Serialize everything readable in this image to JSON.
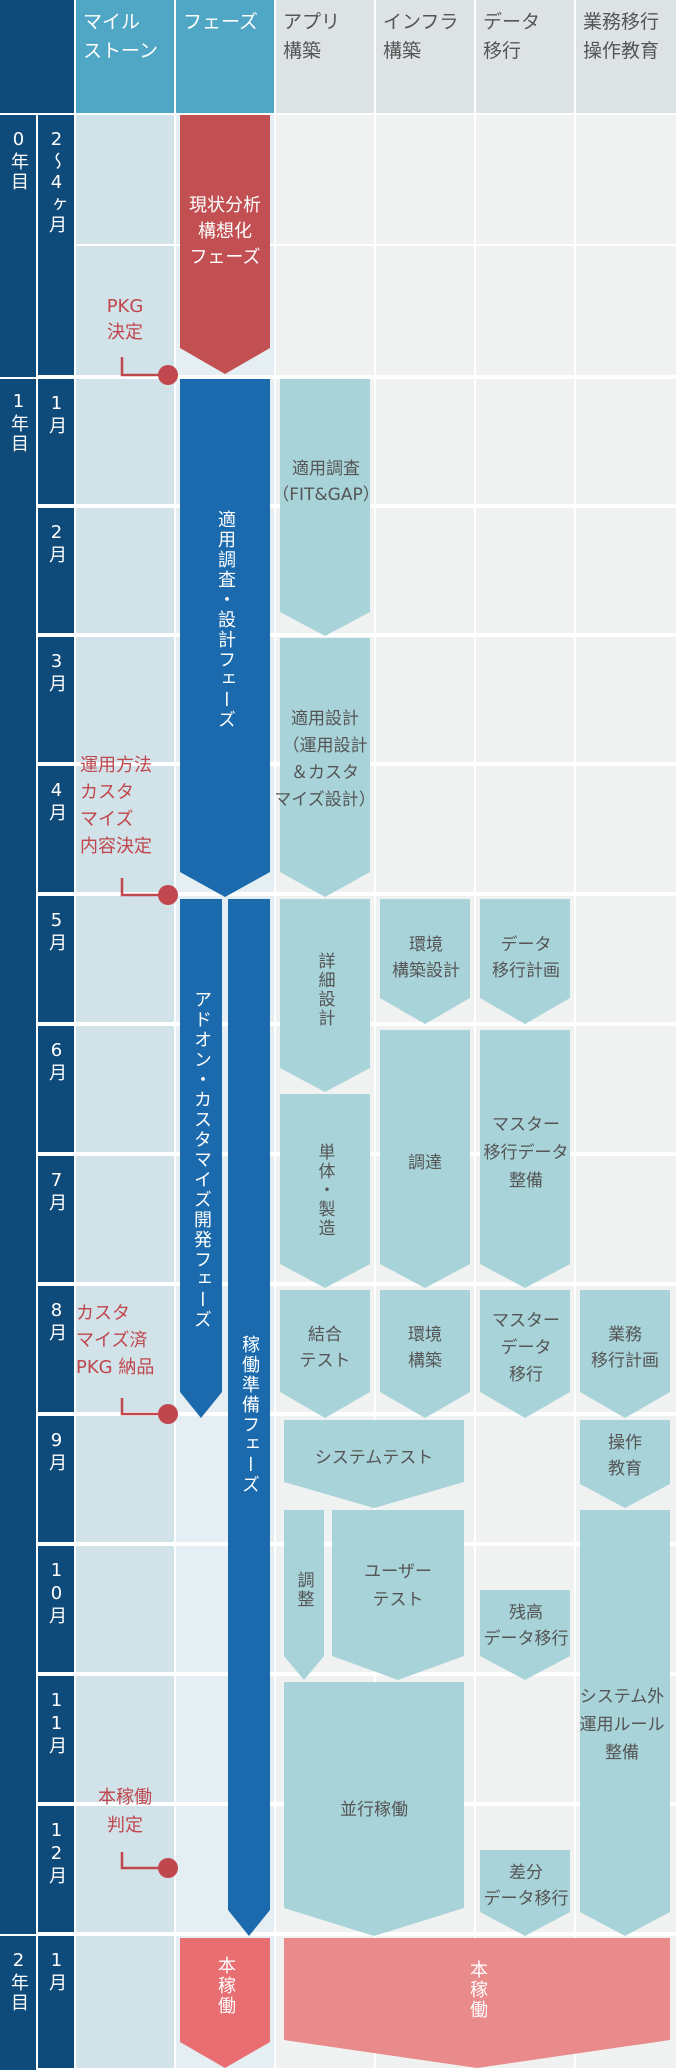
{
  "headers": {
    "milestone": "マイル\nストーン",
    "phase": "フェーズ",
    "app": "アプリ\n構築",
    "infra": "インフラ\n構築",
    "data": "データ\n移行",
    "business": "業務移行\n操作教育"
  },
  "years": [
    "0年目",
    "1年目",
    "2年目"
  ],
  "months": [
    "2〜4ヶ月",
    "1月",
    "2月",
    "3月",
    "4月",
    "5月",
    "6月",
    "7月",
    "8月",
    "9月",
    "10月",
    "11月",
    "12月",
    "1月"
  ],
  "milestones": [
    "PKG\n決定",
    "運用方法\nカスタ\nマイズ\n内容決定",
    "カスタ\nマイズ済\nPKG 納品",
    "本稼働\n判定"
  ],
  "phases": {
    "analysis": "現状分析\n構想化\nフェーズ",
    "design": "適用調査・設計フェーズ",
    "addon": "アドオン・カスタマイズ開発フェーズ",
    "prep": "稼働準備フェーズ",
    "golive": "本稼働"
  },
  "tasks": {
    "app_fit": "適用調査\n（FIT&GAP）",
    "app_design": "適用設計\n（運用設計\n＆カスタ\nマイズ設計）",
    "app_detail": "詳細設計",
    "app_unit": "単体・製造",
    "app_integration": "結合\nテスト",
    "infra_design": "環境\n構築設計",
    "infra_procure": "調達",
    "infra_build": "環境\n構築",
    "data_plan": "データ\n移行計画",
    "data_master_prep": "マスター\n移行データ\n整備",
    "data_master_migrate": "マスター\nデータ\n移行",
    "data_residual": "残高\nデータ移行",
    "data_diff": "差分\nデータ移行",
    "biz_plan": "業務\n移行計画",
    "biz_training": "操作\n教育",
    "biz_rules": "システム外\n運用ルール\n整備",
    "system_test": "システムテスト",
    "adjust": "調整",
    "user_test": "ユーザー\nテスト",
    "parallel": "並行稼働",
    "golive_wide": "本稼働"
  },
  "colors": {
    "navy": "#0e4a7a",
    "teal_header": "#4fa6c5",
    "phase_red": "#c25053",
    "phase_blue": "#1a6aad",
    "task_teal": "#a8d3d9",
    "golive_pink": "#e98a8b",
    "milestone_red": "#c0474d"
  }
}
